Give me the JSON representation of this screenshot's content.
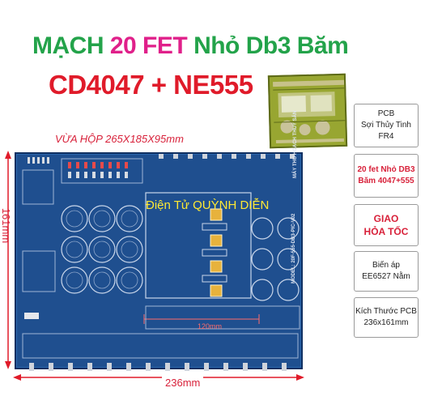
{
  "title": {
    "part1": "MẠCH",
    "part2": "20 FET",
    "part3": "Nhỏ Db3 Băm"
  },
  "subtitle": "CD4047 + NE555",
  "box_note": "VỪA HỘP 265X185X95mm",
  "board": {
    "brand_text": "Điện Tử QUỲNH DIỄN",
    "vertical_text": "MÁY THU HOẠCH THUỶ SẢN",
    "model_text": "MODEL: 20F-555-DB3-PIC-V02",
    "inner_dim": "120mm"
  },
  "dims": {
    "height": "161mm",
    "width": "236mm"
  },
  "features": [
    {
      "line1": "PCB",
      "line2": "Sợi Thủy Tinh FR4"
    },
    {
      "line1": "20 fet Nhỏ DB3",
      "line2": "Băm 4047+555"
    },
    {
      "line1": "GIAO",
      "line2": "HỎA TỐC"
    },
    {
      "line1": "Biến áp",
      "line2": "EE6527 Nằm"
    },
    {
      "line1": "Kích Thước PCB",
      "line2": "236x161mm"
    }
  ],
  "colors": {
    "board": "#1f4f8f",
    "title_green": "#23a34a",
    "title_pink": "#e0208a",
    "accent_red": "#e01b2a",
    "thumb": "#8d9a2a"
  }
}
